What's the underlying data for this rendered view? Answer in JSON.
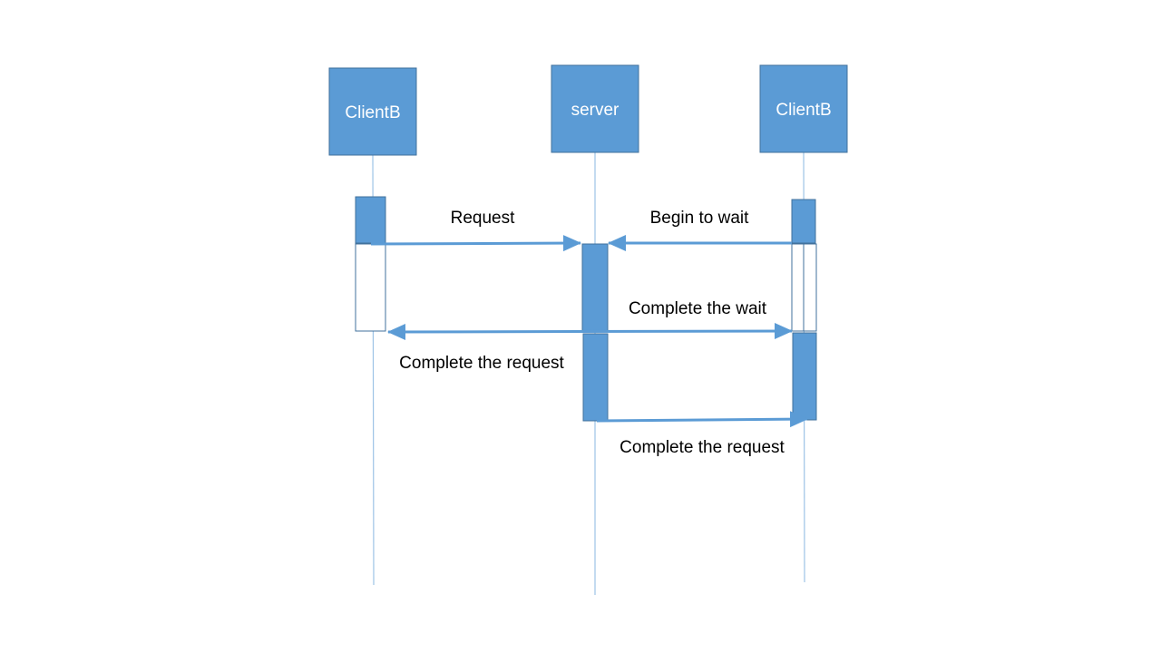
{
  "participants": [
    {
      "label": "ClientB"
    },
    {
      "label": "server"
    },
    {
      "label": "ClientB"
    }
  ],
  "messages": [
    {
      "label": "Request"
    },
    {
      "label": "Begin to wait"
    },
    {
      "label": "Complete the wait"
    },
    {
      "label": "Complete the request"
    },
    {
      "label": "Complete the request"
    }
  ],
  "colors": {
    "box_fill": "#5b9bd5",
    "box_stroke": "#41719c",
    "lifeline": "#9dc3e6",
    "arrow": "#5b9bd5",
    "box_text": "#ffffff",
    "label_text": "#000000"
  }
}
